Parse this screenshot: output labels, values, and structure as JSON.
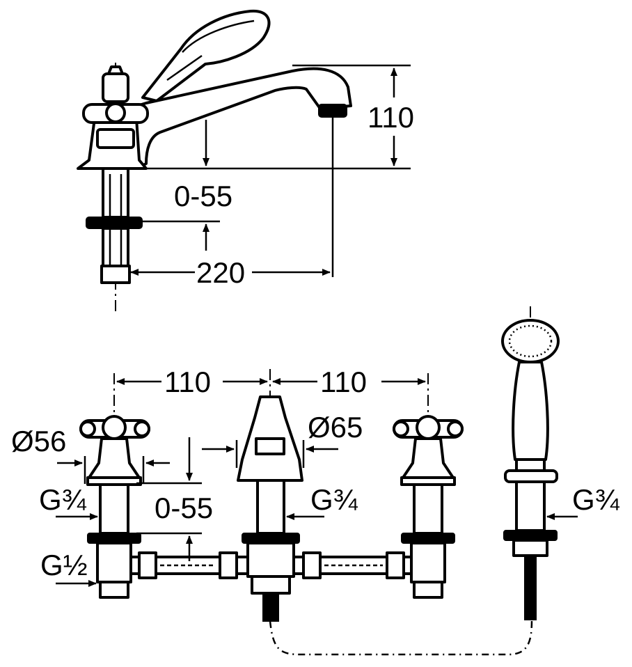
{
  "labels": {
    "side_height": "110",
    "side_adjust": "0-55",
    "side_projection": "220",
    "front_spacing_left": "110",
    "front_spacing_right": "110",
    "handle_diameter": "Ø56",
    "spout_diameter": "Ø65",
    "front_adjust": "0-55",
    "thread_left_upper": "G¾",
    "thread_left_lower": "G½",
    "thread_center": "G¾",
    "thread_right": "G¾"
  }
}
